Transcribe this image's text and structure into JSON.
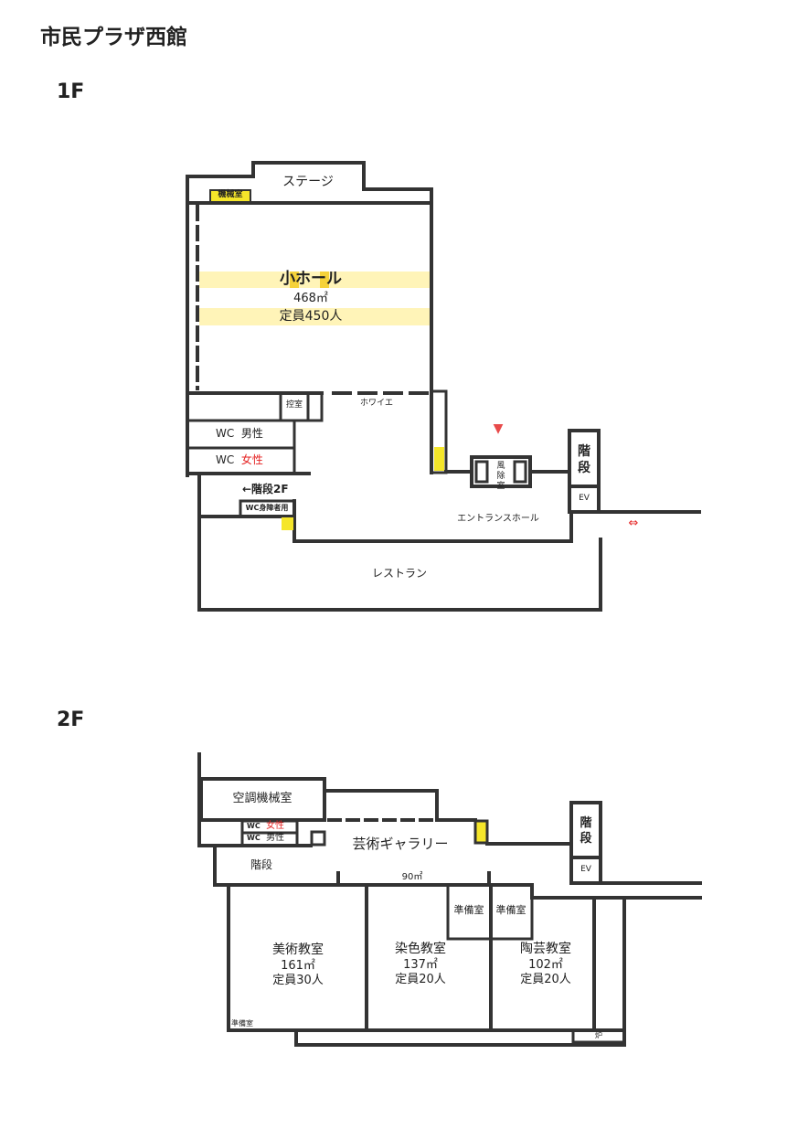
{
  "title": "市民プラザ西館",
  "colors": {
    "wall": "#333333",
    "highlight": "#fff4b8",
    "yellow": "#f5e62a",
    "accent_red": "#e52222"
  },
  "floor1": {
    "label": "1F",
    "rooms": {
      "stage": "ステージ",
      "machine_room": "機械室",
      "small_hall": {
        "name": "小ホール",
        "area": "468㎡",
        "capacity": "定員450人"
      },
      "waiting_room": "控室",
      "foyer": "ホワイエ",
      "wc_men": {
        "prefix": "WC",
        "label": "男性"
      },
      "wc_women": {
        "prefix": "WC",
        "label": "女性"
      },
      "stairs_2f": "←階段2F",
      "wc_accessible": "WC身障者用",
      "windbreak": "風除室",
      "stairs": "階段",
      "ev": "EV",
      "entrance_hall": "エントランスホール",
      "restaurant": "レストラン"
    },
    "icons": {
      "entrance_marker": "▼",
      "passage": "⇔"
    }
  },
  "floor2": {
    "label": "2F",
    "rooms": {
      "hvac_room": "空調機械室",
      "wc_women": {
        "prefix": "WC",
        "label": "女性"
      },
      "wc_men": {
        "prefix": "WC",
        "label": "男性"
      },
      "stairs_left": "階段",
      "gallery": {
        "name": "芸術ギャラリー",
        "area": "90㎡"
      },
      "stairs": "階段",
      "ev": "EV",
      "prep_room_1": "準備室",
      "prep_room_2": "準備室",
      "art_class": {
        "name": "美術教室",
        "area": "161㎡",
        "capacity": "定員30人"
      },
      "dyeing_class": {
        "name": "染色教室",
        "area": "137㎡",
        "capacity": "定員20人"
      },
      "ceramics_class": {
        "name": "陶芸教室",
        "area": "102㎡",
        "capacity": "定員20人"
      },
      "prep_room_small": "準備室",
      "kiln": "炉"
    }
  }
}
